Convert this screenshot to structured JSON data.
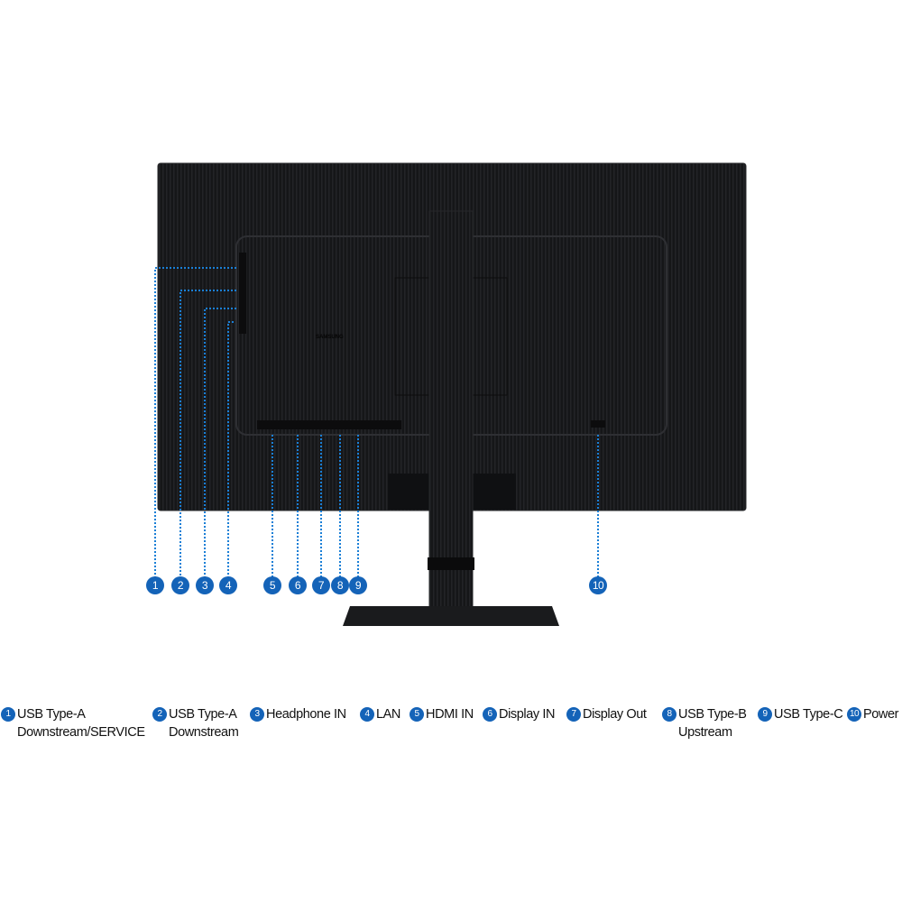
{
  "callouts": [
    "1",
    "2",
    "3",
    "4",
    "5",
    "6",
    "7",
    "8",
    "9",
    "10"
  ],
  "legend": [
    {
      "num": "1",
      "line1": "USB Type-A",
      "line2": "Downstream/SERVICE"
    },
    {
      "num": "2",
      "line1": "USB Type-A",
      "line2": "Downstream"
    },
    {
      "num": "3",
      "line1": "Headphone IN",
      "line2": ""
    },
    {
      "num": "4",
      "line1": "LAN",
      "line2": ""
    },
    {
      "num": "5",
      "line1": "HDMI IN",
      "line2": ""
    },
    {
      "num": "6",
      "line1": "Display IN",
      "line2": ""
    },
    {
      "num": "7",
      "line1": "Display Out",
      "line2": ""
    },
    {
      "num": "8",
      "line1": "USB Type-B",
      "line2": "Upstream"
    },
    {
      "num": "9",
      "line1": "USB Type-C",
      "line2": ""
    },
    {
      "num": "10",
      "line1": "Power",
      "line2": ""
    }
  ],
  "logo_text": "SAMSUNG",
  "colors": {
    "accent": "#1463b8",
    "monitor": "#111214",
    "background": "#ffffff"
  }
}
